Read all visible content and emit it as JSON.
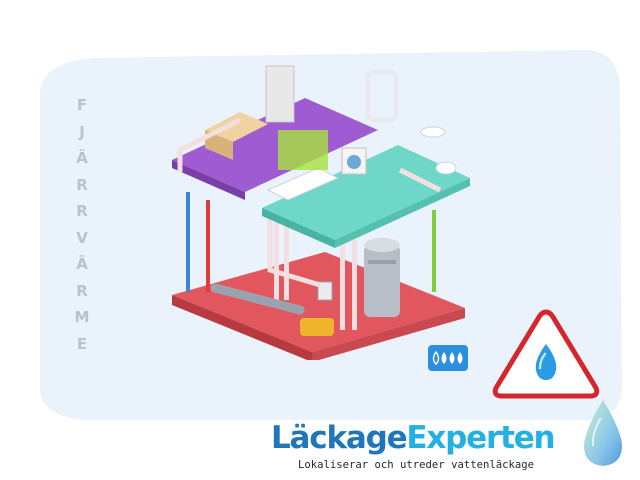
{
  "vertical_text": [
    "F",
    "J",
    "Ä",
    "R",
    "R",
    "V",
    "Ä",
    "R",
    "M",
    "E"
  ],
  "logo": {
    "part1": "Läckage",
    "part2": "Experten",
    "tagline": "Lokaliserar och utreder vattenläckage"
  },
  "colors": {
    "background_blob": "#eaf2fc",
    "top_floor": "#9f5bd1",
    "middle_floor": "#6fd7c7",
    "bottom_floor": "#e2575e",
    "warning_border": "#d6262d",
    "water_drop": "#2b9be3",
    "logo_primary": "#1f76b8",
    "logo_secondary": "#25b0e3"
  },
  "icons": [
    "water-drops-badge-icon",
    "warning-triangle-icon",
    "water-drop-icon",
    "logo-drop-icon"
  ]
}
